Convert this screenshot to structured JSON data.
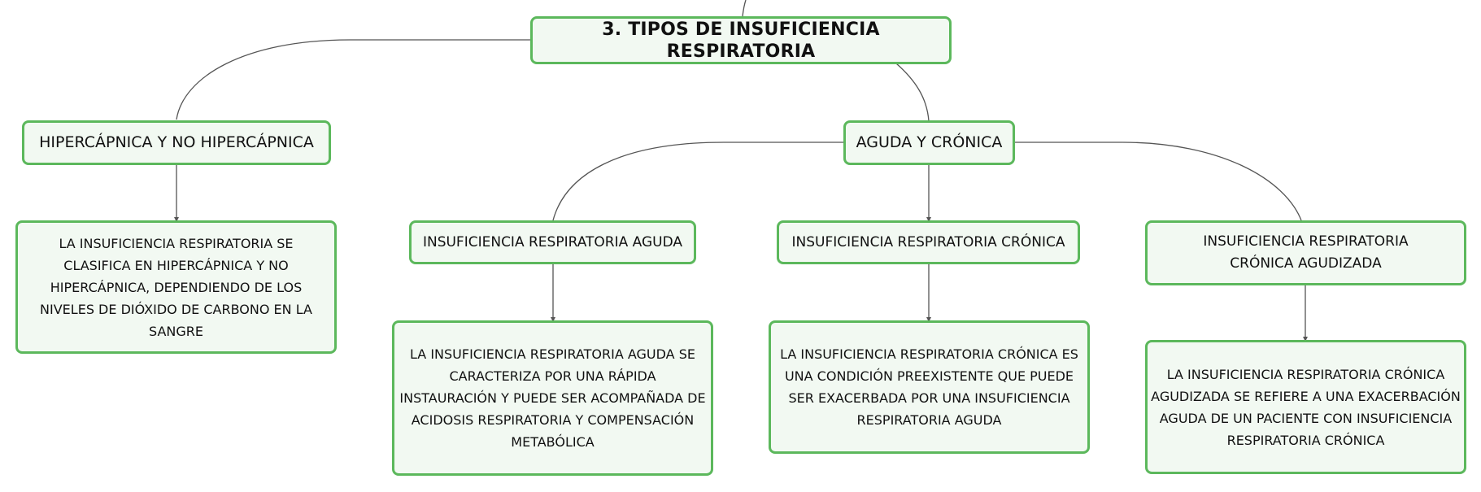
{
  "diagram": {
    "colors": {
      "node_border": "#5cb85c",
      "node_fill": "#f2f9f2",
      "connector": "#555555"
    },
    "root": {
      "label": "3. TIPOS DE INSUFICIENCIA RESPIRATORIA"
    },
    "branches": {
      "hipercapnica": {
        "label": "HIPERCÁPNICA Y NO HIPERCÁPNICA",
        "description": "LA INSUFICIENCIA RESPIRATORIA SE CLASIFICA EN HIPERCÁPNICA Y NO HIPERCÁPNICA, DEPENDIENDO DE LOS NIVELES DE DIÓXIDO DE CARBONO EN LA SANGRE"
      },
      "aguda_cronica": {
        "label": "AGUDA Y CRÓNICA",
        "children": {
          "aguda": {
            "label": "INSUFICIENCIA RESPIRATORIA AGUDA",
            "description": "LA INSUFICIENCIA RESPIRATORIA AGUDA SE CARACTERIZA POR UNA RÁPIDA INSTAURACIÓN Y PUEDE SER ACOMPAÑADA DE ACIDOSIS RESPIRATORIA Y COMPENSACIÓN METABÓLICA"
          },
          "cronica": {
            "label": "INSUFICIENCIA RESPIRATORIA CRÓNICA",
            "description": "LA INSUFICIENCIA RESPIRATORIA CRÓNICA ES UNA CONDICIÓN PREEXISTENTE QUE PUEDE SER EXACERBADA POR UNA INSUFICIENCIA RESPIRATORIA AGUDA"
          },
          "cronica_agudizada": {
            "label": "INSUFICIENCIA RESPIRATORIA CRÓNICA AGUDIZADA",
            "description": "LA INSUFICIENCIA RESPIRATORIA CRÓNICA AGUDIZADA SE REFIERE A UNA EXACERBACIÓN AGUDA DE UN PACIENTE CON INSUFICIENCIA RESPIRATORIA CRÓNICA"
          }
        }
      }
    }
  }
}
